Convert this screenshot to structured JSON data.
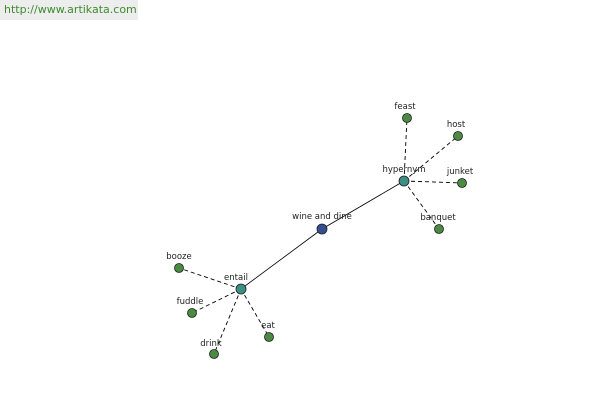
{
  "source_url": "http://www.artikata.com",
  "colors": {
    "center": "#334f8f",
    "hub": "#3d8f86",
    "leaf": "#4a8a42",
    "banner_text": "#3f8a2f"
  },
  "nodes": [
    {
      "id": "wine-and-dine",
      "label": "wine and dine",
      "role": "center"
    },
    {
      "id": "hypernym",
      "label": "hypernym",
      "role": "hub"
    },
    {
      "id": "entail",
      "label": "entail",
      "role": "hub"
    },
    {
      "id": "feast",
      "label": "feast",
      "role": "leaf"
    },
    {
      "id": "host",
      "label": "host",
      "role": "leaf"
    },
    {
      "id": "junket",
      "label": "junket",
      "role": "leaf"
    },
    {
      "id": "banquet",
      "label": "banquet",
      "role": "leaf"
    },
    {
      "id": "booze",
      "label": "booze",
      "role": "leaf"
    },
    {
      "id": "fuddle",
      "label": "fuddle",
      "role": "leaf"
    },
    {
      "id": "drink",
      "label": "drink",
      "role": "leaf"
    },
    {
      "id": "eat",
      "label": "eat",
      "role": "leaf"
    }
  ],
  "edges": [
    {
      "from": "wine-and-dine",
      "to": "hypernym",
      "style": "solid"
    },
    {
      "from": "wine-and-dine",
      "to": "entail",
      "style": "solid"
    },
    {
      "from": "hypernym",
      "to": "feast",
      "style": "dashed"
    },
    {
      "from": "hypernym",
      "to": "host",
      "style": "dashed"
    },
    {
      "from": "hypernym",
      "to": "junket",
      "style": "dashed"
    },
    {
      "from": "hypernym",
      "to": "banquet",
      "style": "dashed"
    },
    {
      "from": "entail",
      "to": "booze",
      "style": "dashed"
    },
    {
      "from": "entail",
      "to": "fuddle",
      "style": "dashed"
    },
    {
      "from": "entail",
      "to": "drink",
      "style": "dashed"
    },
    {
      "from": "entail",
      "to": "eat",
      "style": "dashed"
    }
  ]
}
